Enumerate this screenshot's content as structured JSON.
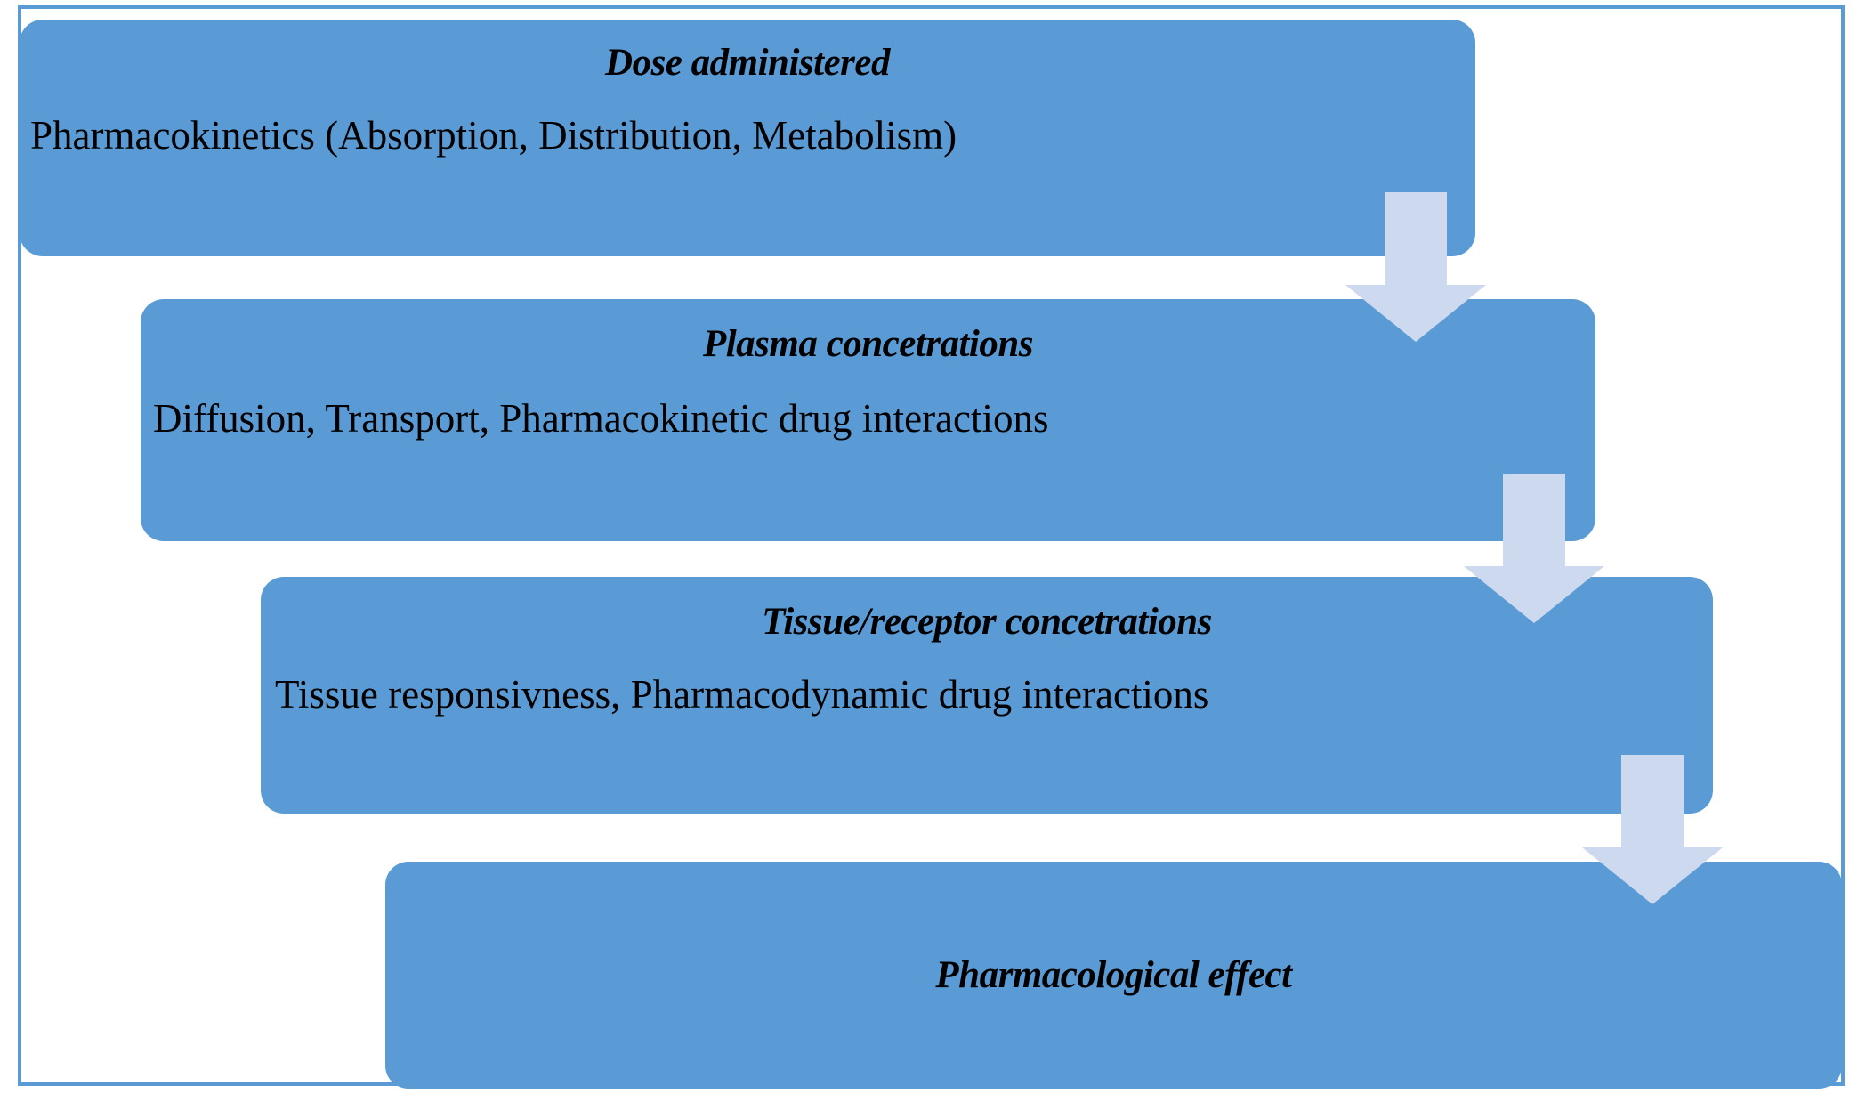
{
  "diagram": {
    "title_semantics": "pharmacokinetic-pharmacodynamic-cascade",
    "frame_color": "#5b9bd5",
    "box_color": "#5b9bd5",
    "arrow_color": "#ccd9ee",
    "background_color": "#ffffff",
    "text_color": "#000000",
    "steps": [
      {
        "id": "dose-administered",
        "title": "Dose administered",
        "body": "Pharmacokinetics (Absorption, Distribution, Metabolism)"
      },
      {
        "id": "plasma-concentrations",
        "title": "Plasma concetrations",
        "body": "Diffusion, Transport, Pharmacokinetic  drug interactions"
      },
      {
        "id": "tissue-receptor-concentrations",
        "title": "Tissue/receptor concetrations",
        "body": "Tissue responsivness, Pharmacodynamic drug interactions"
      },
      {
        "id": "pharmacological-effect",
        "title": "Pharmacological effect",
        "body": ""
      }
    ],
    "arrows": [
      {
        "id": "arrow-1",
        "from": "dose-administered",
        "to": "plasma-concentrations",
        "direction": "down"
      },
      {
        "id": "arrow-2",
        "from": "plasma-concentrations",
        "to": "tissue-receptor-concentrations",
        "direction": "down"
      },
      {
        "id": "arrow-3",
        "from": "tissue-receptor-concentrations",
        "to": "pharmacological-effect",
        "direction": "down"
      }
    ]
  }
}
